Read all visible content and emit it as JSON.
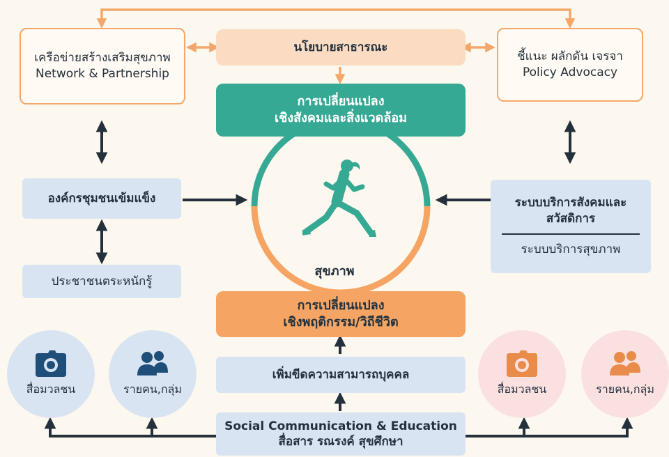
{
  "colors": {
    "teal": "#36a994",
    "orange": "#f5a463",
    "peach": "#fbdcc2",
    "light_orange_line": "#f4a76a",
    "blue_box": "#d9e4f2",
    "pink_circle": "#fbe0e0",
    "dark": "#24313d",
    "background": "#fdf8ef"
  },
  "top": {
    "network": {
      "line1": "เครือข่ายสร้างเสริมสุขภาพ",
      "line2": "Network & Partnership"
    },
    "policy": {
      "label": "นโยบายสาธารณะ"
    },
    "advocacy": {
      "line1": "ชี้แนะ ผลักดัน เจรจา",
      "line2": "Policy Advocacy"
    }
  },
  "center": {
    "social_change": {
      "line1": "การเปลี่ยนแปลง",
      "line2": "เชิงสังคมและสิ่งแวดล้อม"
    },
    "behavior_change": {
      "line1": "การเปลี่ยนแปลง",
      "line2": "เชิงพฤติกรรม/วิถีชีวิต"
    },
    "health_label": "สุขภาพ",
    "runner_icon": "runner-icon",
    "capacity": {
      "label": "เพิ่มขีดความสามารถบุคคล"
    },
    "social_comm": {
      "line1": "Social Communication & Education",
      "line2": "สื่อสาร รณรงค์ สุขศึกษา"
    }
  },
  "left": {
    "community": {
      "label": "องค์กรชุมชนเข้มแข็ง"
    },
    "awareness": {
      "label": "ประชาชนตระหนักรู้"
    }
  },
  "right": {
    "welfare": {
      "line1": "ระบบบริการสังคมและ",
      "line2": "สวัสดิการ",
      "line3": "ระบบบริการสุขภาพ"
    }
  },
  "bottom_circles": {
    "left_media": {
      "label": "สื่อมวลชน",
      "icon": "camera-icon"
    },
    "left_group": {
      "label": "รายคน,กลุ่ม",
      "icon": "people-icon"
    },
    "right_media": {
      "label": "สื่อมวลชน",
      "icon": "camera-icon"
    },
    "right_group": {
      "label": "รายคน,กลุ่ม",
      "icon": "people-icon"
    }
  }
}
